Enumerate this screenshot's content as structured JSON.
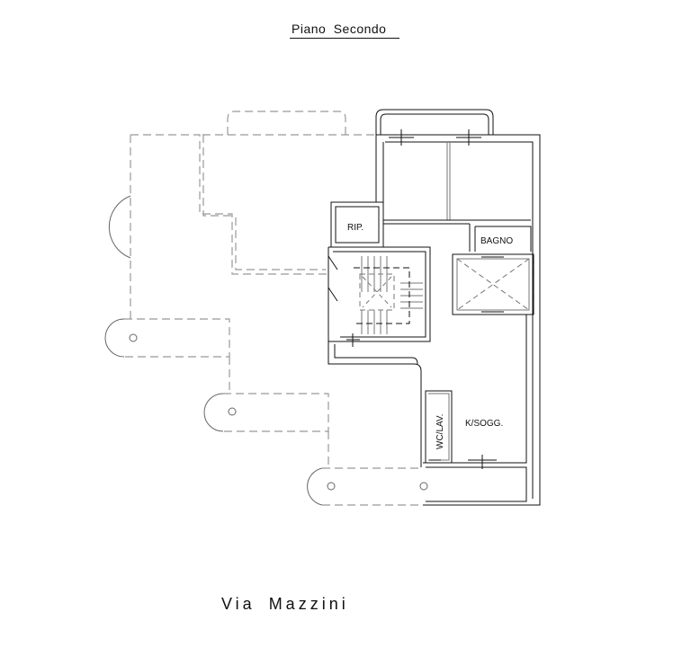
{
  "plan": {
    "title": "Piano Secondo",
    "street": "Via Mazzini",
    "colors": {
      "line": "#111111",
      "grey": "#888888",
      "dashed": "#999999",
      "background": "#ffffff"
    }
  },
  "rooms": [
    {
      "id": "rip",
      "label": "RIP."
    },
    {
      "id": "bagno",
      "label": "BAGNO"
    },
    {
      "id": "wc",
      "label": "WC/LAV."
    },
    {
      "id": "ksogg",
      "label": "K/SOGG."
    }
  ]
}
